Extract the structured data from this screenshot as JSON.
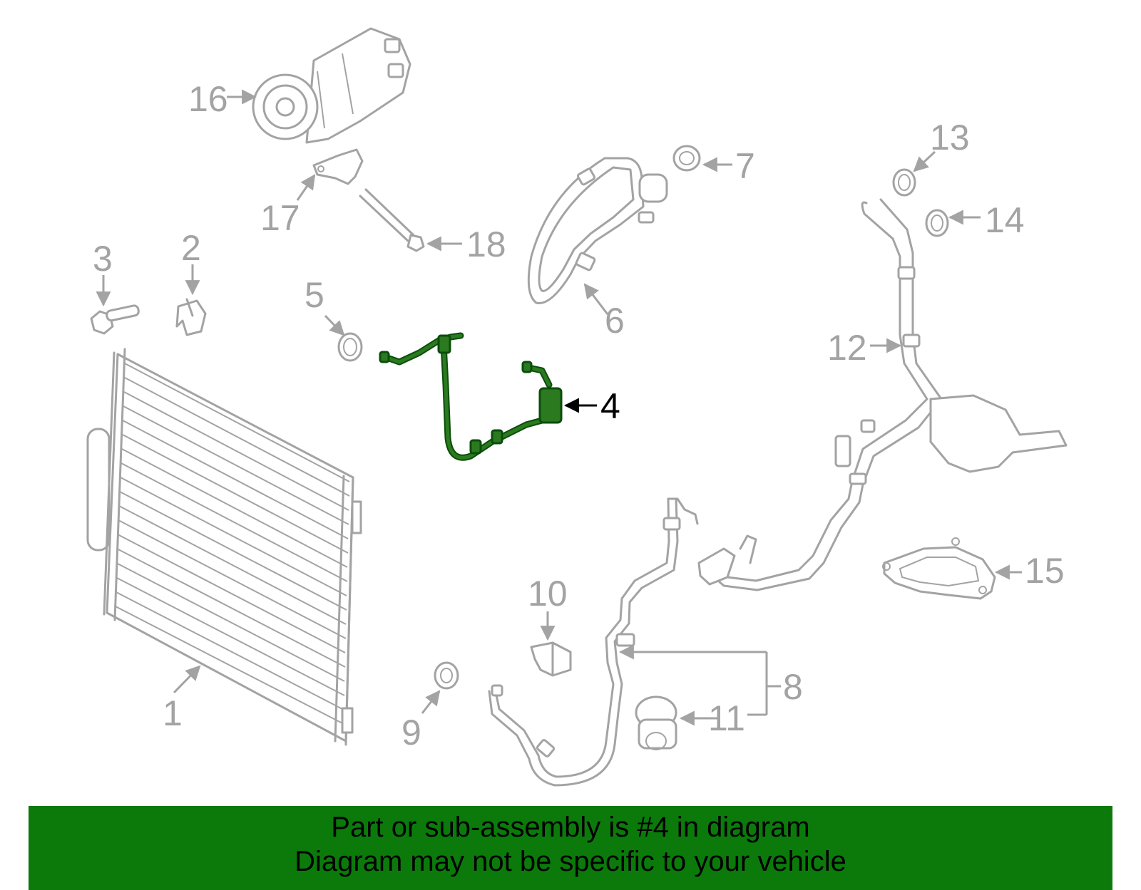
{
  "highlight_color": "#0b7a0b",
  "callouts": {
    "c1": "1",
    "c2": "2",
    "c3": "3",
    "c4": "4",
    "c5": "5",
    "c6": "6",
    "c7": "7",
    "c8": "8",
    "c9": "9",
    "c10": "10",
    "c11": "11",
    "c12": "12",
    "c13": "13",
    "c14": "14",
    "c15": "15",
    "c16": "16",
    "c17": "17",
    "c18": "18"
  },
  "banner": {
    "line1": "Part or sub-assembly is #4 in diagram",
    "line2": "Diagram may not be specific to your vehicle"
  }
}
